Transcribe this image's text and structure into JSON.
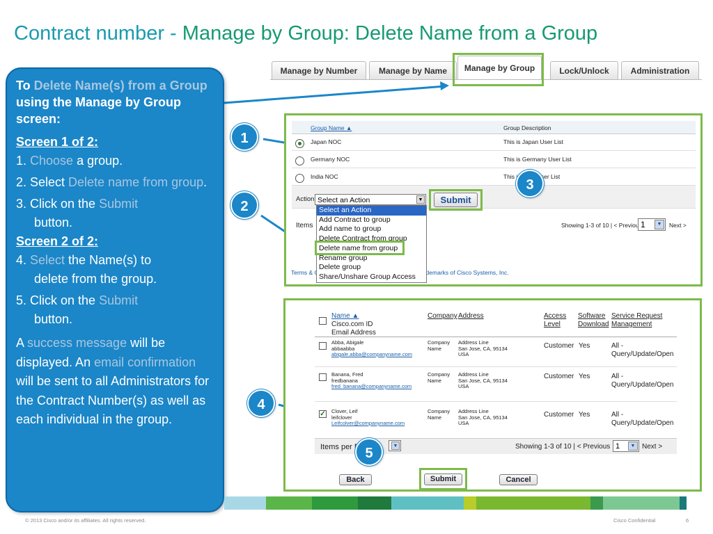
{
  "title": {
    "part1": "Contract number",
    "dash": " - ",
    "part2": "Manage by Group: Delete Name from a Group"
  },
  "tabs": [
    {
      "label": "Manage by Number"
    },
    {
      "label": "Manage by Name"
    },
    {
      "label": "Manage by Group",
      "active": true
    },
    {
      "label": "Lock/Unlock"
    },
    {
      "label": "Administration"
    }
  ],
  "callout": {
    "intro_a": "To ",
    "intro_hl": "Delete Name(s) from a Group",
    "intro_b": " using the Manage by Group screen:",
    "screen1": "Screen 1 of 2:",
    "s1_num": "1. ",
    "s1_hl": "Choose",
    "s1_rest": " a group.",
    "s2_num": "2. Select ",
    "s2_hl": "Delete name from group",
    "s2_rest": ".",
    "s3_num": "3. Click on the ",
    "s3_hl": "Submit",
    "s3_rest": "button.",
    "screen2": "Screen 2 of 2:",
    "s4_num": "4. ",
    "s4_hl": "Select",
    "s4_rest": " the Name(s) to",
    "s4_rest2": "delete from the group.",
    "s5_num": "5. Click on the ",
    "s5_hl": "Submit",
    "s5_rest": "button.",
    "msg_a": "A ",
    "msg_hl1": "success message",
    "msg_b": " will be displayed. An ",
    "msg_hl2": "email confirmation",
    "msg_c": " will be sent to all Administrators for the Contract Number(s) as well as each individual in the group."
  },
  "screen1": {
    "col_group_name": "Group Name ▲",
    "col_group_desc": "Group Description",
    "rows": [
      {
        "name": "Japan NOC",
        "desc": "This is Japan User List",
        "selected": true
      },
      {
        "name": "Germany NOC",
        "desc": "This is Germany User List",
        "selected": false
      },
      {
        "name": "India NOC",
        "desc": "This is India User List",
        "selected": false
      }
    ],
    "action_label": "Action",
    "select_value": "Select an Action",
    "dropdown": [
      "Select an Action",
      "Add Contract to group",
      "Add name to group",
      "Delete Contract from group",
      "Delete name from group",
      "Rename group",
      "Delete group",
      "Share/Unshare Group Access"
    ],
    "submit": "Submit",
    "items_label": "Items",
    "showing": "Showing 1-3 of 10  | <  Previous",
    "page": "1",
    "next": "Next >",
    "terms": "Terms & C",
    "trademarks": "rademarks of Cisco Systems, Inc."
  },
  "screen2": {
    "col_name": "Name ▲",
    "col_name2": "Cisco.com ID",
    "col_name3": "Email Address",
    "col_company": "Company",
    "col_address": "Address",
    "col_access": "Access Level",
    "col_software": "Software Download",
    "col_service": "Service Request Management",
    "rows": [
      {
        "name": "Abba, Abigale",
        "id": "abbaabba",
        "email": "abigale.abba@companyname.com",
        "company": "Company Name",
        "addr1": "Address Line",
        "addr2": "San Jose, CA, 95134",
        "addr3": "USA",
        "access": "Customer",
        "software": "Yes",
        "service": "All - Query/Update/Open",
        "checked": false
      },
      {
        "name": "Banana, Fred",
        "id": "fredbanana",
        "email": "fred_banana@companyname.com",
        "company": "Company Name",
        "addr1": "Address Line",
        "addr2": "San Jose, CA, 95134",
        "addr3": "USA",
        "access": "Customer",
        "software": "Yes",
        "service": "All - Query/Update/Open",
        "checked": false
      },
      {
        "name": "Clover, Leif",
        "id": "leifclover",
        "email": "Leifcolver@companyname.com",
        "company": "Company Name",
        "addr1": "Address Line",
        "addr2": "San Jose, CA, 95134",
        "addr3": "USA",
        "access": "Customer",
        "software": "Yes",
        "service": "All - Query/Update/Open",
        "checked": true
      }
    ],
    "items_per": "Items per P",
    "showing": "Showing 1-3 of 10  | <  Previous",
    "page": "1",
    "next": "Next  >",
    "back": "Back",
    "submit": "Submit",
    "cancel": "Cancel"
  },
  "steps": [
    "1",
    "2",
    "3",
    "4",
    "5"
  ],
  "footer": {
    "copyright": "© 2013 Cisco and/or its affiliates. All rights reserved.",
    "confidential": "Cisco Confidential",
    "page": "6"
  },
  "colors": {
    "blue": "#1b86c8",
    "green": "#7dba4a",
    "title": "#1a9ab0"
  }
}
